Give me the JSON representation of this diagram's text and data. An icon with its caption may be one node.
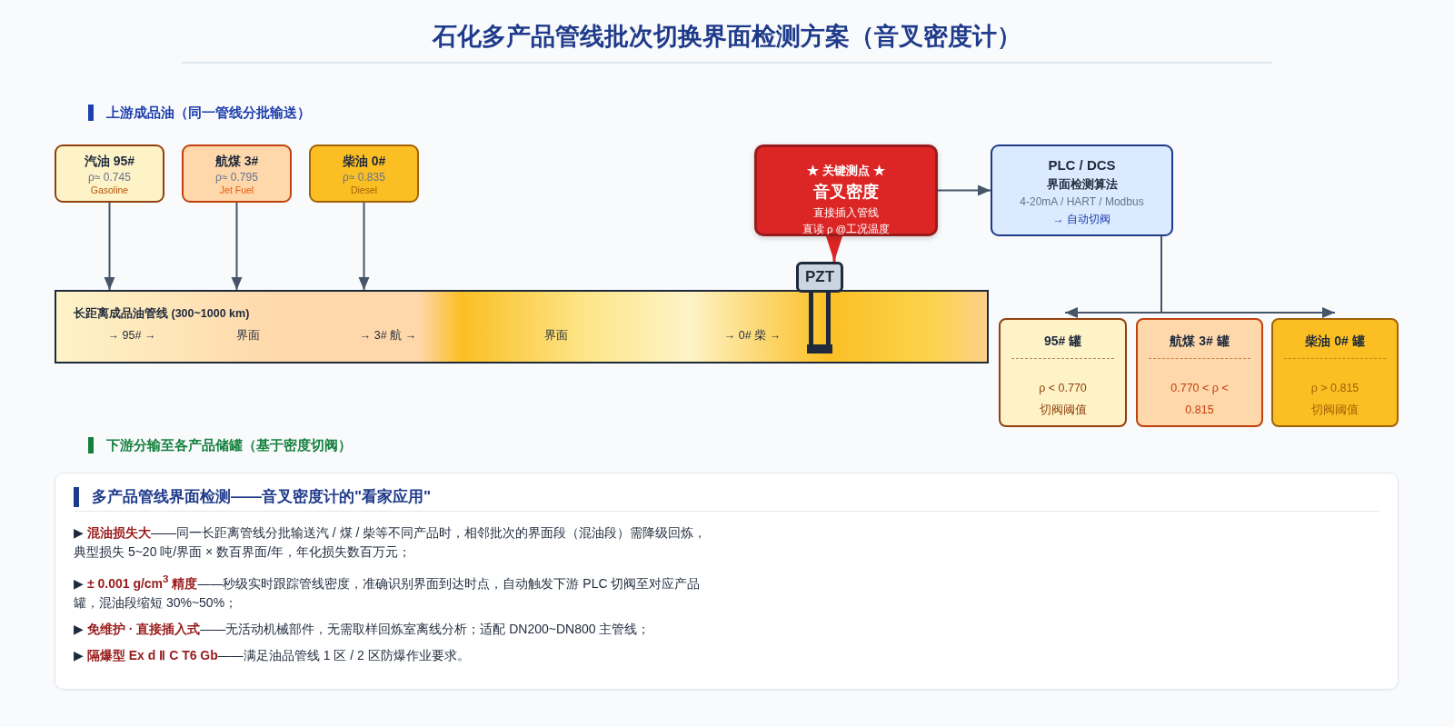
{
  "diagram": {
    "title": "石化多产品管线批次切换界面检测方案（音叉密度计）",
    "nodes": [
      {
        "text": [
          "汽油 95#",
          "ρ≈ 0.745",
          "Gasoline"
        ]
      },
      {
        "text": [
          "航煤 3#",
          "ρ≈ 0.795",
          "Jet Fuel"
        ]
      },
      {
        "text": [
          "柴油 0#",
          "ρ≈ 0.835",
          "Diesel"
        ]
      },
      {
        "text": [
          "★ 关键测点 ★",
          "音叉密度",
          "直接插入管线",
          "直读 ρ @工况温度"
        ]
      },
      {
        "text": [
          "PLC / DCS",
          "界面检测算法",
          "4-20mA / HART / Modbus",
          "→ 自动切阀"
        ]
      },
      {
        "text": [
          "PZT"
        ]
      },
      {
        "text": [
          "长距离成品油管线 (300~1000 km)",
          "→ 95# →",
          "界面",
          "→ 3# 航 →",
          "界面",
          "→ 0# 柴 →"
        ]
      },
      {
        "text": [
          "95# 罐",
          "ρ < 0.770",
          "切阀阈值"
        ]
      },
      {
        "text": [
          "航煤 3# 罐",
          "0.770 < ρ < 0.815"
        ]
      },
      {
        "text": [
          "柴油 0# 罐",
          "ρ > 0.815",
          "切阀阈值"
        ]
      },
      {
        "text": [
          "多产品管线界面检测——音叉密度计的\"看家应用\"",
          "▶ **混油损失大**——同一长距离管线分批输送汽 / 煤 / 柴等不同产品时，相邻批次的界面段（混油段）需降级回炼，典型损失 5~20 吨/界面 × 数百界面/年，年化损失数百万元；",
          "▶ **± 0.001 g/cm**$^{3}$ **精度**——秒级实时跟踪管线密度，准确识别界面到达时点，自动触发下游 PLC 切阀至对应产品罐，混油段缩短 30%~50%；",
          "▶ **免维护 · 直接插入式**——无活动机械部件，无需取样回炼室离线分析；适配 DN200~DN800 主管线；",
          "▶ **隔爆型 Ex d Ⅱ C T6 Gb**——满足油品管线 1 区 / 2 区防爆作业要求。"
        ]
      }
    ],
    "edges": [
      {
        "from": 0,
        "to": 6,
        "arrow": "to"
      },
      {
        "from": 1,
        "to": 6,
        "arrow": "to"
      },
      {
        "from": 2,
        "to": 6,
        "arrow": "to"
      },
      {
        "from": 3,
        "to": 5,
        "arrow": "to",
        "color": "#dc2626"
      },
      {
        "from": 3,
        "to": 4,
        "arrow": "to"
      },
      {
        "from": 4,
        "to": 7,
        "arrow": "to"
      },
      {
        "from": 4,
        "to": 9,
        "arrow": "to"
      }
    ],
    "labels": [
      "上游成品油（同一管线分批输送）",
      "下游分输至各产品储罐（基于密度切阀）"
    ]
  }
}
